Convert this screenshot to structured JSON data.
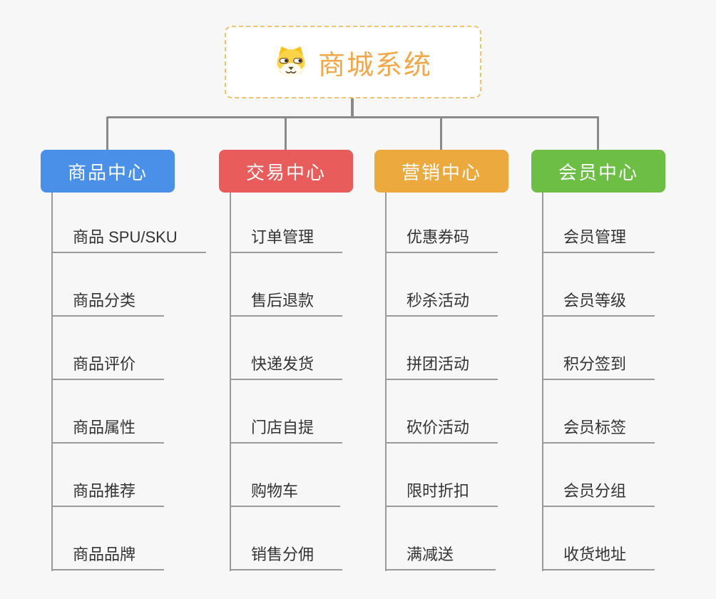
{
  "root": {
    "title": "商城系统",
    "icon": "dog-face-icon"
  },
  "colors": {
    "background": "#f7f7f7",
    "root_border": "#f3c172",
    "root_text": "#f2a74a",
    "tree_connector": "#8a8a8a",
    "item_underline": "#9a9a9a",
    "item_text": "#333333"
  },
  "branches": [
    {
      "label": "商品中心",
      "color": "#4a90e8",
      "items": [
        "商品 SPU/SKU",
        "商品分类",
        "商品评价",
        "商品属性",
        "商品推荐",
        "商品品牌"
      ]
    },
    {
      "label": "交易中心",
      "color": "#e85c5c",
      "items": [
        "订单管理",
        "售后退款",
        "快递发货",
        "门店自提",
        "购物车",
        "销售分佣"
      ]
    },
    {
      "label": "营销中心",
      "color": "#ecaa3e",
      "items": [
        "优惠券码",
        "秒杀活动",
        "拼团活动",
        "砍价活动",
        "限时折扣",
        "满减送"
      ]
    },
    {
      "label": "会员中心",
      "color": "#6dbe44",
      "items": [
        "会员管理",
        "会员等级",
        "积分签到",
        "会员标签",
        "会员分组",
        "收货地址"
      ]
    }
  ]
}
